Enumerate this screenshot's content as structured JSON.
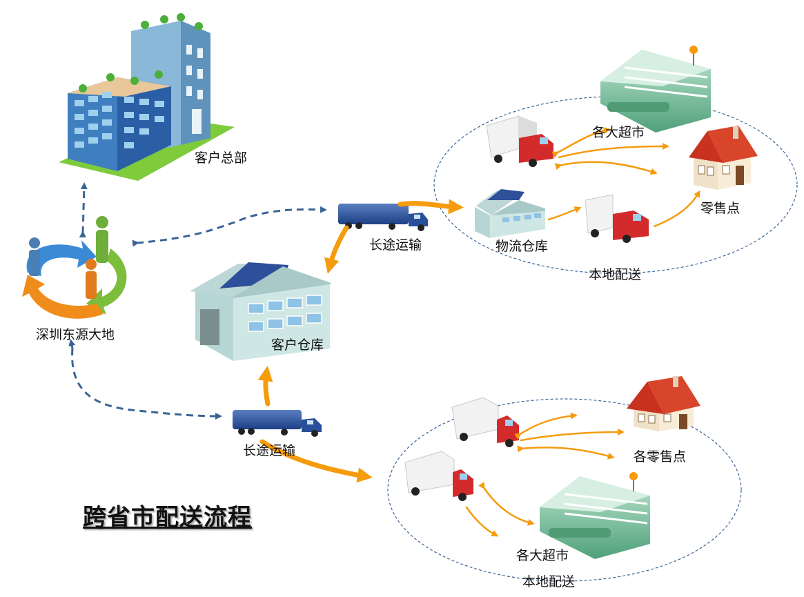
{
  "title": "跨省市配送流程",
  "labels": {
    "hq": "客户总部",
    "company": "深圳东源大地",
    "customer_warehouse": "客户仓库",
    "long_haul_top": "长途运输",
    "long_haul_bottom": "长途运输",
    "logistics_warehouse": "物流仓库",
    "local_delivery_top": "本地配送",
    "local_delivery_bottom": "本地配送",
    "supermarkets_top": "各大超市",
    "supermarkets_bottom": "各大超市",
    "retail_point_top": "零售点",
    "retail_points_bottom": "各零售点"
  },
  "colors": {
    "dashed_arrow": "#3a6496",
    "orange_arrow": "#f59b0c",
    "ellipse": "#3a6496"
  },
  "icons": [
    "office-building-icon",
    "people-cycle-icon",
    "warehouse-icon",
    "semi-truck-icon",
    "box-truck-icon",
    "supermarket-icon",
    "house-icon"
  ]
}
